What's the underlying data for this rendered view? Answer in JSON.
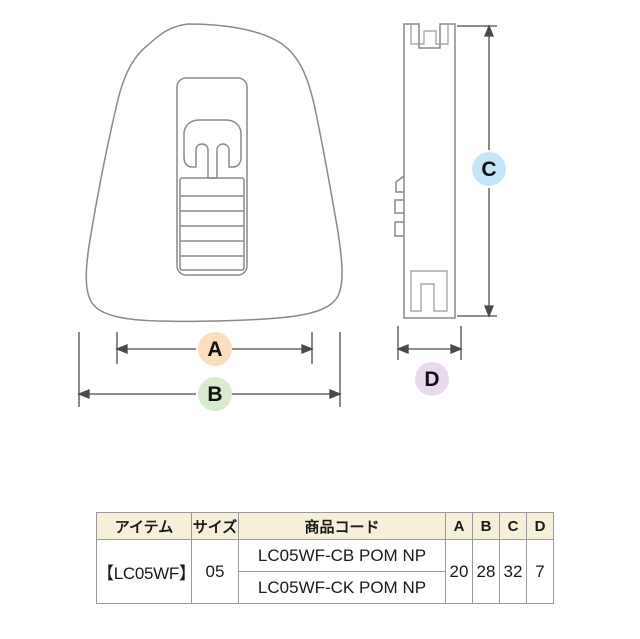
{
  "drawing": {
    "title": "LC05WF side-release buckle technical drawing",
    "views": [
      {
        "name": "front-view",
        "description": "bell-shaped buckle front outline with inner slot, tongue and ribbed ladder bar"
      },
      {
        "name": "side-view",
        "description": "narrow side profile with top U notch, stepped bottom notch and three side tabs"
      }
    ],
    "dimension_labels": [
      {
        "id": "A",
        "label": "A",
        "color": "#fbddc0",
        "orientation": "horizontal",
        "view": "front-view"
      },
      {
        "id": "B",
        "label": "B",
        "color": "#d9ead0",
        "orientation": "horizontal",
        "view": "front-view"
      },
      {
        "id": "C",
        "label": "C",
        "color": "#c5e6f7",
        "orientation": "vertical",
        "view": "side-view"
      },
      {
        "id": "D",
        "label": "D",
        "color": "#e8daec",
        "orientation": "horizontal",
        "view": "side-view"
      }
    ]
  },
  "table": {
    "headers": {
      "item": "アイテム",
      "size": "サイズ",
      "code": "商品コード",
      "a": "A",
      "b": "B",
      "c": "C",
      "d": "D"
    },
    "header_colors": {
      "base": "#f6efd9",
      "a": "#f5cfa8",
      "b": "#cfe3cc",
      "c": "#bde0f3",
      "d": "#e5d4e9"
    },
    "row": {
      "item": "【LC05WF】",
      "size": "05",
      "codes": [
        "LC05WF-CB POM NP",
        "LC05WF-CK POM NP"
      ],
      "a": "20",
      "b": "28",
      "c": "32",
      "d": "7"
    }
  }
}
